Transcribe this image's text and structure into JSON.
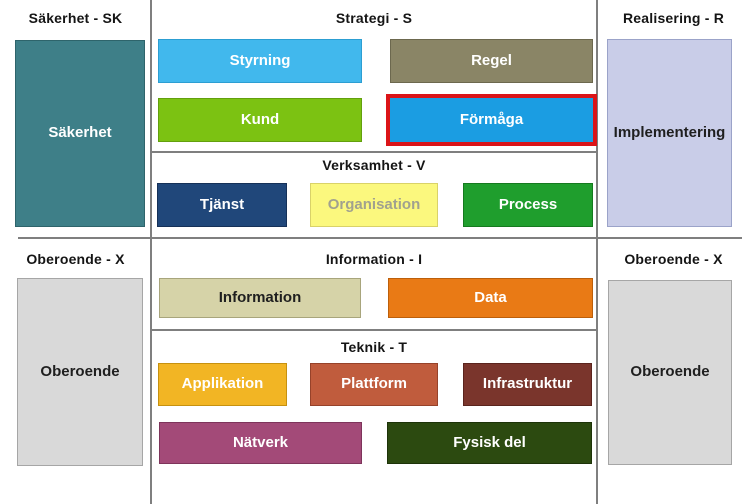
{
  "diagram": {
    "title": "Metamodel layer diagram",
    "line_color": "#7f7f7f",
    "background": "#ffffff",
    "headers": {
      "sakerhet": "Säkerhet - SK",
      "strategi": "Strategi - S",
      "realisering": "Realisering - R",
      "verksamhet": "Verksamhet - V",
      "oberoende_left": "Oberoende - X",
      "information": "Information - I",
      "oberoende_right": "Oberoende - X",
      "teknik": "Teknik - T"
    },
    "boxes": {
      "sakerhet": {
        "label": "Säkerhet",
        "fill": "#3E7F88",
        "border": "#2E646B",
        "text": "#FFFFFF"
      },
      "styrning": {
        "label": "Styrning",
        "fill": "#41B8ED",
        "border": "#2C9ED2",
        "text": "#FFFFFF"
      },
      "regel": {
        "label": "Regel",
        "fill": "#8A8566",
        "border": "#6C684E",
        "text": "#FFFFFF"
      },
      "kund": {
        "label": "Kund",
        "fill": "#7CC212",
        "border": "#63A00D",
        "text": "#FFFFFF"
      },
      "formaga": {
        "label": "Förmåga",
        "fill": "#1B9DE2",
        "border": "#DB1418",
        "text": "#FFFFFF",
        "highlighted": true
      },
      "tjanst": {
        "label": "Tjänst",
        "fill": "#20477A",
        "border": "#163158",
        "text": "#FFFFFF"
      },
      "organisation": {
        "label": "Organisation",
        "fill": "#FBF87E",
        "border": "#D9D269",
        "text": "#A1A18F"
      },
      "process": {
        "label": "Process",
        "fill": "#1F9E2D",
        "border": "#157A1F",
        "text": "#FFFFFF"
      },
      "information": {
        "label": "Information",
        "fill": "#D6D3A8",
        "border": "#A8A57C",
        "text": "#1F1F1F"
      },
      "data": {
        "label": "Data",
        "fill": "#E97A15",
        "border": "#BC5F0B",
        "text": "#FFFFFF"
      },
      "applikation": {
        "label": "Applikation",
        "fill": "#F2B524",
        "border": "#C69110",
        "text": "#FFFFFF"
      },
      "plattform": {
        "label": "Plattform",
        "fill": "#C05C3D",
        "border": "#96422A",
        "text": "#FFFFFF"
      },
      "infrastruktur": {
        "label": "Infrastruktur",
        "fill": "#7A352C",
        "border": "#5A241D",
        "text": "#FFFFFF"
      },
      "natverk": {
        "label": "Nätverk",
        "fill": "#A34A78",
        "border": "#7E345B",
        "text": "#FFFFFF"
      },
      "fysisk_del": {
        "label": "Fysisk del",
        "fill": "#2C4A10",
        "border": "#1D3309",
        "text": "#FFFFFF"
      },
      "implementering": {
        "label": "Implementering",
        "fill": "#C9CDE8",
        "border": "#9BA3C9",
        "text": "#1F1F1F"
      },
      "oberoende_left": {
        "label": "Oberoende",
        "fill": "#D9D9D9",
        "border": "#A6A6A6",
        "text": "#1F1F1F"
      },
      "oberoende_right": {
        "label": "Oberoende",
        "fill": "#D9D9D9",
        "border": "#A6A6A6",
        "text": "#1F1F1F"
      }
    }
  }
}
